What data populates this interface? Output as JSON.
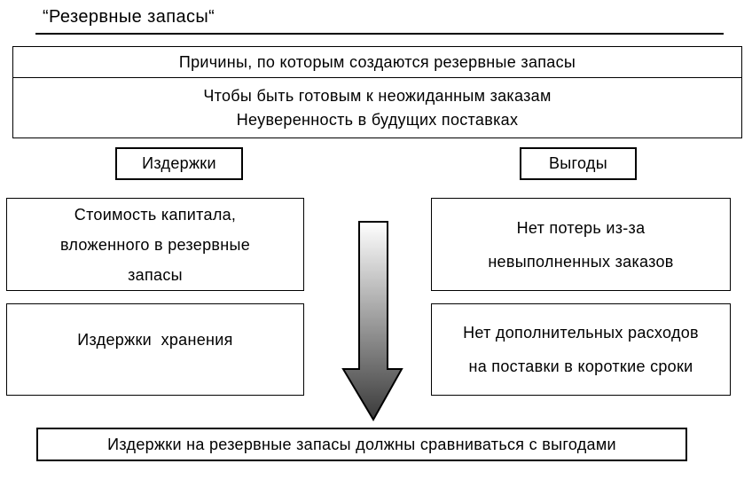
{
  "title": "“Резервные запасы“",
  "reasons": {
    "header": "Причины, по которым создаются резервные запасы",
    "lines": [
      "Чтобы быть готовым к неожиданным заказам",
      "Неуверенность в будущих поставках"
    ]
  },
  "costs": {
    "label": "Издержки",
    "items": [
      {
        "lines": [
          "Стоимость капитала,",
          "вложенного в резервные",
          "запасы"
        ]
      },
      {
        "lines": [
          "Издержки  хранения"
        ]
      }
    ]
  },
  "benefits": {
    "label": "Выгоды",
    "items": [
      {
        "lines": [
          "Нет потерь из-за",
          "невыполненных заказов"
        ]
      },
      {
        "lines": [
          "Нет дополнительных расходов",
          "на поставки в короткие сроки"
        ]
      }
    ]
  },
  "conclusion": "Издержки на резервные запасы должны сравниваться с выгодами",
  "colors": {
    "border": "#000000",
    "arrow_top": "#ffffff",
    "arrow_bottom": "#3a3a3a"
  }
}
